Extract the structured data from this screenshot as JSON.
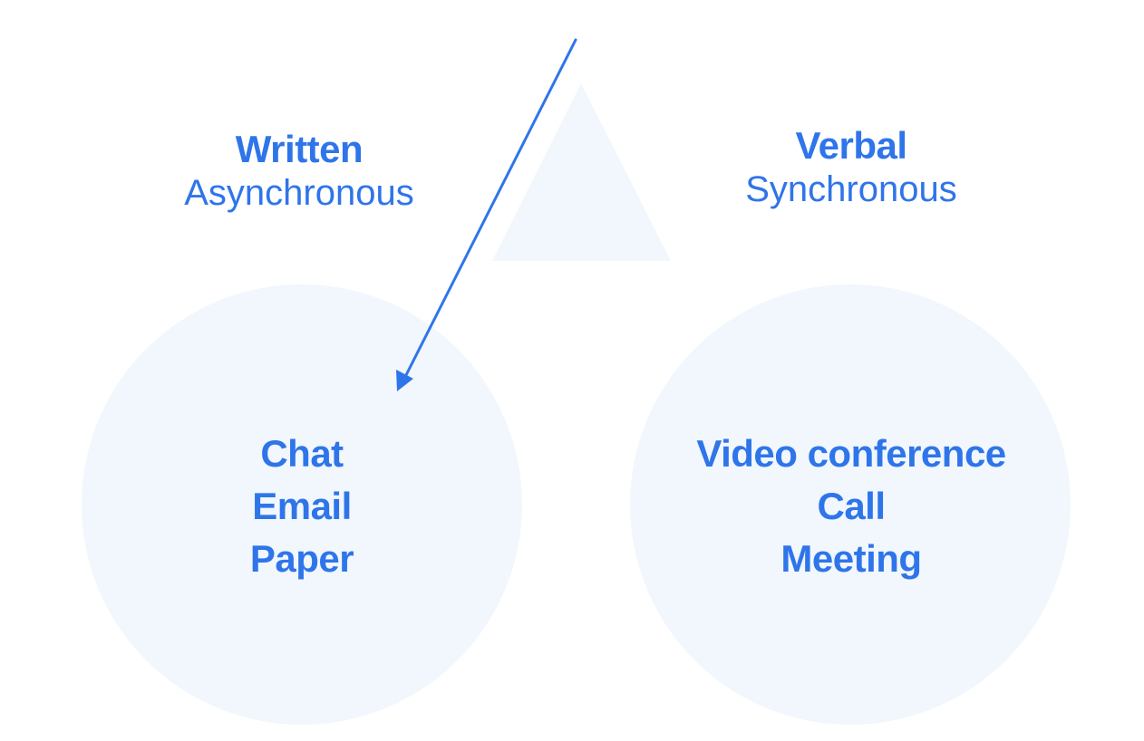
{
  "colors": {
    "accent": "#2f75ea",
    "shape_fill": "#f1f7fc",
    "background": "#ffffff"
  },
  "left_group": {
    "title": "Written",
    "subtitle": "Asynchronous",
    "items": [
      "Chat",
      "Email",
      "Paper"
    ]
  },
  "right_group": {
    "title": "Verbal",
    "subtitle": "Synchronous",
    "items": [
      "Video conference",
      "Call",
      "Meeting"
    ]
  }
}
